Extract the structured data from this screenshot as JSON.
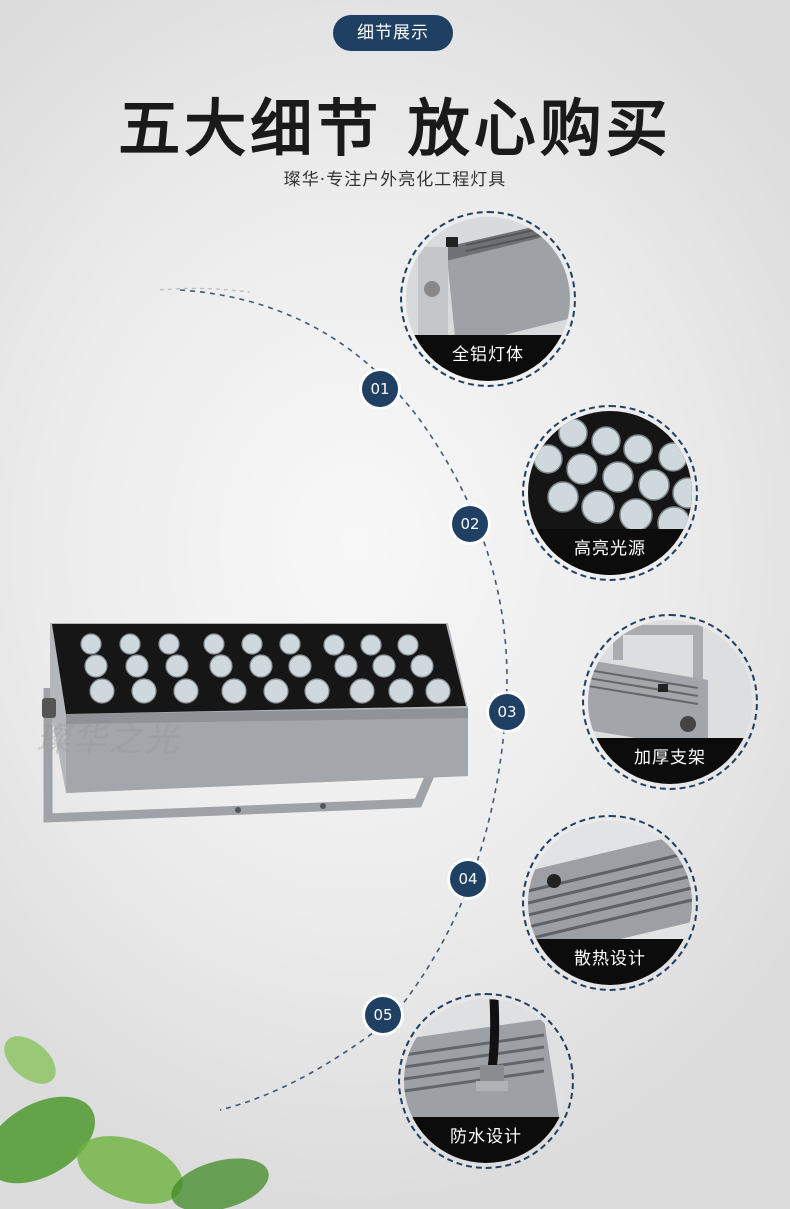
{
  "header": {
    "badge": "细节展示",
    "headline": "五大细节 放心购买",
    "subline": "璨华·专注户外亮化工程灯具"
  },
  "watermark": "璨华之光",
  "details": [
    {
      "number": "01",
      "label": "全铝灯体"
    },
    {
      "number": "02",
      "label": "高亮光源"
    },
    {
      "number": "03",
      "label": "加厚支架"
    },
    {
      "number": "04",
      "label": "散热设计"
    },
    {
      "number": "05",
      "label": "防水设计"
    }
  ],
  "colors": {
    "accent": "#1f3f63",
    "caption_bg": "#0c0c0c",
    "housing": "#a6a9ad"
  }
}
